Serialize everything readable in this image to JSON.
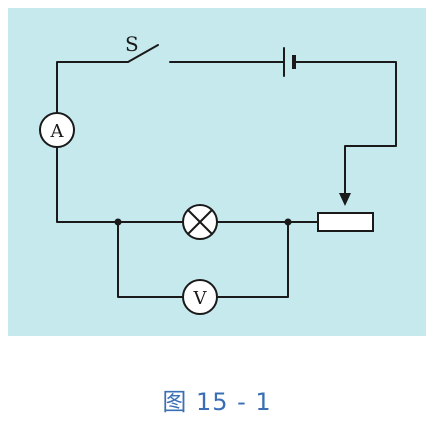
{
  "diagram": {
    "switch_label": "S",
    "ammeter_label": "A",
    "voltmeter_label": "V",
    "colors": {
      "panel": "#c6e9ee",
      "wire": "#1a1a1a",
      "caption": "#3a6fb5"
    }
  },
  "caption": "图 15 - 1"
}
